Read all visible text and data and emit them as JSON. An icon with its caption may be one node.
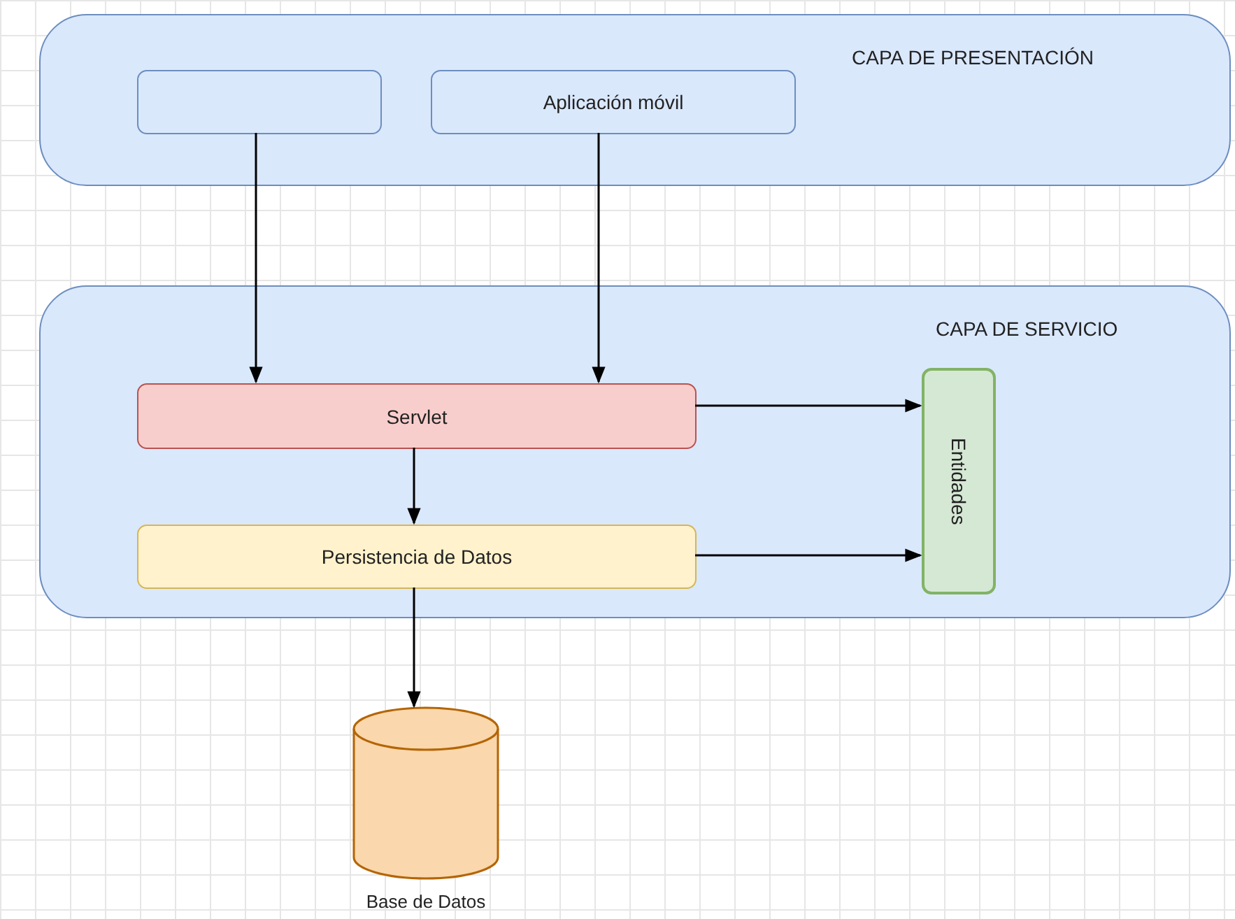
{
  "diagram": {
    "nodes": [
      {
        "text": [
          "CAPA DE PRESENTACIÓN"
        ]
      },
      {
        "text": [],
        "shape": "box",
        "in": 0
      },
      {
        "text": [
          "Aplicación móvil"
        ],
        "in": 0
      },
      {
        "text": [
          "CAPA DE SERVICIO"
        ]
      },
      {
        "text": [
          "Servlet"
        ],
        "in": 3
      },
      {
        "text": [
          "Entidades"
        ],
        "in": 3
      },
      {
        "text": [
          "Persistencia de Datos"
        ],
        "in": 3
      },
      {
        "text": [],
        "shape": "cylinder",
        "beside": [
          "Base de Datos"
        ]
      }
    ],
    "edges": [
      {
        "from": 1,
        "to": 4,
        "arrow": "to"
      },
      {
        "from": 2,
        "to": 4,
        "arrow": "to"
      },
      {
        "from": 4,
        "to": 5,
        "arrow": "to"
      },
      {
        "from": 4,
        "to": 6,
        "arrow": "to"
      },
      {
        "from": 6,
        "to": 5,
        "arrow": "to"
      },
      {
        "from": 6,
        "to": 7,
        "arrow": "to"
      }
    ]
  }
}
